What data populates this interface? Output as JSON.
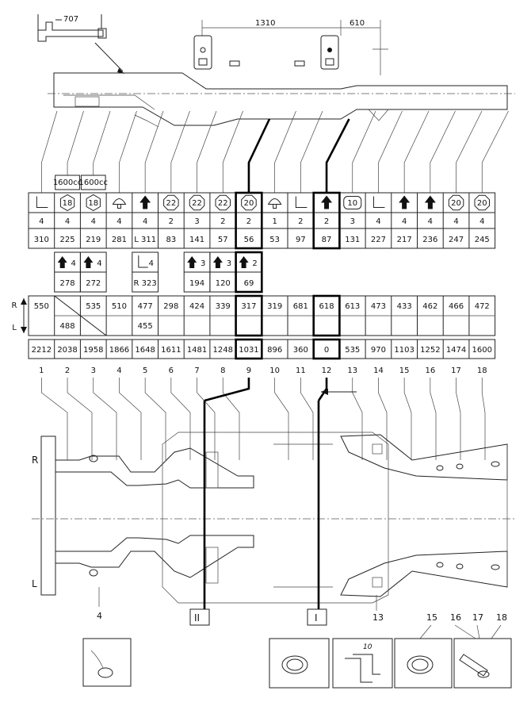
{
  "header": {
    "detail_label": "707",
    "dim_left": "1310",
    "dim_right": "610"
  },
  "table": {
    "row1_icons": [
      "bracket",
      "hex",
      "hex",
      "mushroom",
      "arrow",
      "oct",
      "oct",
      "oct",
      "oct",
      "mushroom",
      "bracket",
      "arrow",
      "rrect",
      "bracket",
      "arrow",
      "arrow",
      "oct",
      "oct"
    ],
    "row1_text": [
      "",
      "18",
      "18",
      "",
      "",
      "22",
      "22",
      "22",
      "20",
      "",
      "",
      "",
      "10",
      "",
      "",
      "",
      "20",
      "20"
    ],
    "row1_notes": [
      "",
      "1600cc",
      "1600cc",
      "",
      "",
      "",
      "",
      "",
      "",
      "",
      "",
      "",
      "",
      "",
      "",
      "",
      "",
      ""
    ],
    "row2": [
      "4",
      "4",
      "4",
      "4",
      "4",
      "2",
      "3",
      "2",
      "2",
      "1",
      "2",
      "2",
      "3",
      "4",
      "4",
      "4",
      "4",
      "4"
    ],
    "row3": [
      "310",
      "225",
      "219",
      "281",
      "L 311",
      "83",
      "141",
      "57",
      "56",
      "53",
      "97",
      "87",
      "131",
      "227",
      "217",
      "236",
      "247",
      "245"
    ],
    "extra_top": [
      "",
      "4",
      "4",
      "",
      "4",
      "",
      "3",
      "3",
      "2",
      "",
      "",
      "",
      "",
      "",
      "",
      "",
      "",
      ""
    ],
    "extra_bottom": [
      "",
      "278",
      "272",
      "",
      "R 323",
      "",
      "194",
      "120",
      "69",
      "",
      "",
      "",
      "",
      "",
      "",
      "",
      "",
      ""
    ],
    "r_row": [
      "550",
      "",
      "535",
      "510",
      "477",
      "298",
      "424",
      "339",
      "317",
      "319",
      "681",
      "618",
      "613",
      "473",
      "433",
      "462",
      "466",
      "472"
    ],
    "l_row": [
      "",
      "488",
      "",
      "",
      "455",
      "",
      "",
      "",
      "",
      "",
      "",
      "",
      "",
      "",
      "",
      "",
      "",
      ""
    ],
    "dist_row": [
      "2212",
      "2038",
      "1958",
      "1866",
      "1648",
      "1611",
      "1481",
      "1248",
      "1031",
      "896",
      "360",
      "0",
      "535",
      "970",
      "1103",
      "1252",
      "1474",
      "1600"
    ],
    "index_row": [
      "1",
      "2",
      "3",
      "4",
      "5",
      "6",
      "7",
      "8",
      "9",
      "10",
      "11",
      "12",
      "13",
      "14",
      "15",
      "16",
      "17",
      "18"
    ],
    "side_r": "R",
    "side_l": "L"
  },
  "chassis": {
    "side_r": "R",
    "side_l": "L",
    "marker_II": "II",
    "marker_I": "I"
  },
  "callouts": {
    "c4": "4",
    "c13": "13",
    "c15": "15",
    "c16": "16",
    "c17": "17",
    "c18": "18",
    "detail_10": "10"
  }
}
